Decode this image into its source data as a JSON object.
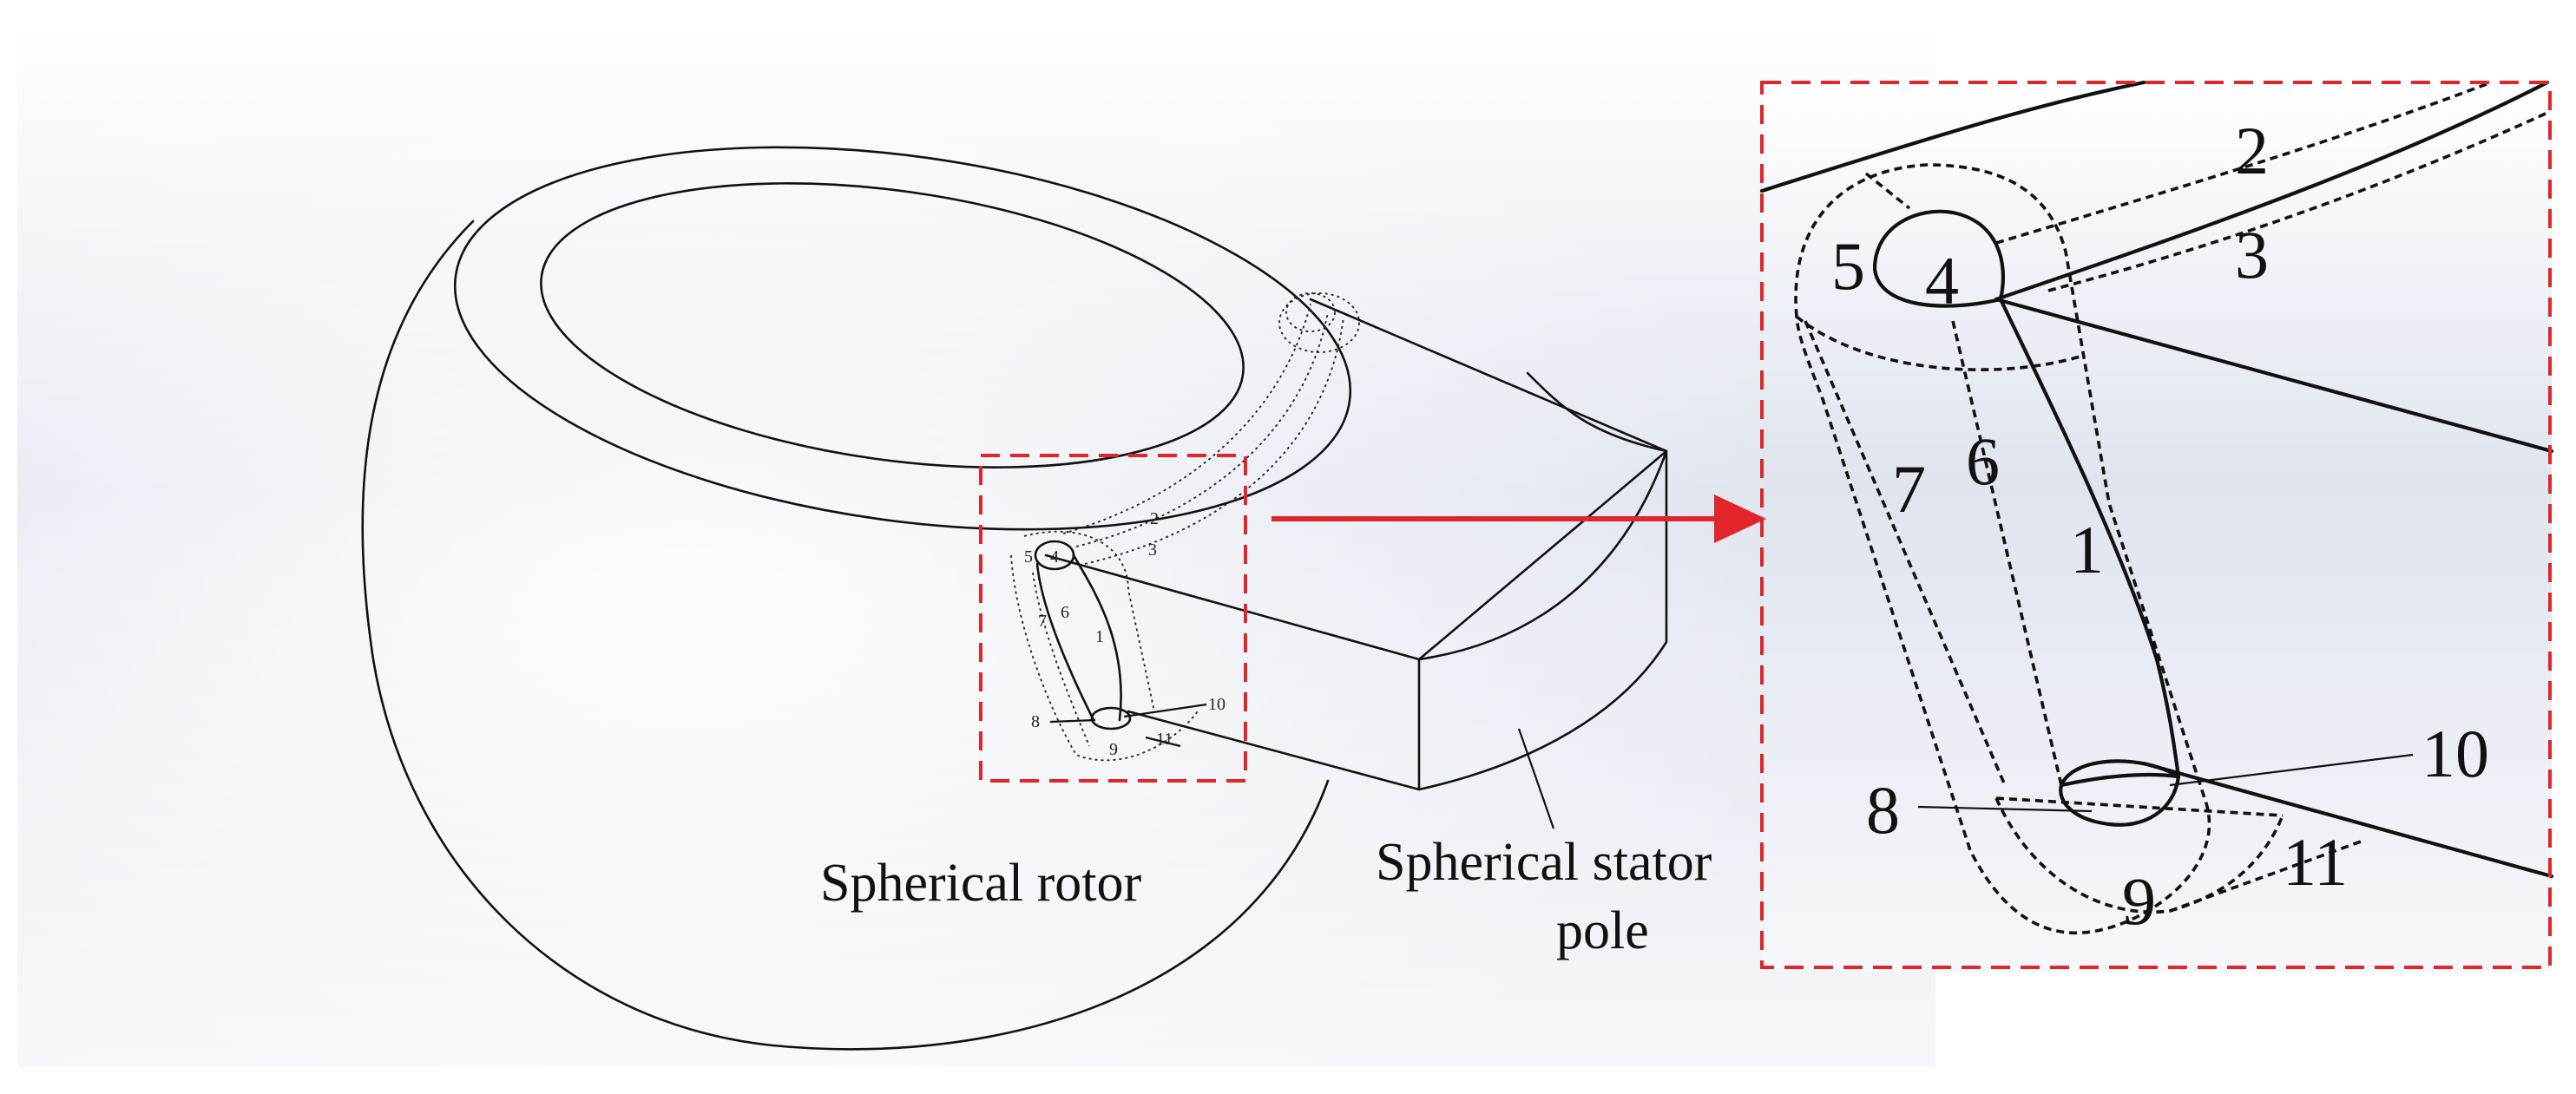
{
  "labels": {
    "rotor": "Spherical rotor",
    "stator_line1": "Spherical stator",
    "stator_line2": "pole"
  },
  "small_numbers": [
    "1",
    "2",
    "3",
    "4",
    "5",
    "6",
    "7",
    "8",
    "9",
    "10",
    "11"
  ],
  "zoom_numbers": [
    "1",
    "2",
    "3",
    "4",
    "5",
    "6",
    "7",
    "8",
    "9",
    "10",
    "11"
  ],
  "colors": {
    "callout": "#e0262a",
    "line": "#111111"
  }
}
